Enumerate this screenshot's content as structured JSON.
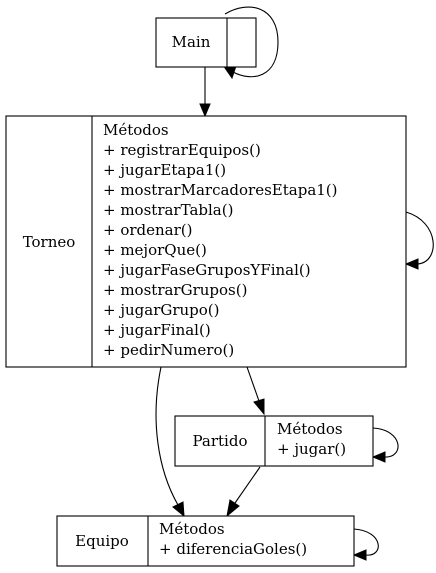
{
  "nodes": {
    "main": {
      "name": "Main"
    },
    "torneo": {
      "name": "Torneo",
      "section_title": "Métodos",
      "methods": [
        "+ registrarEquipos()",
        "+ jugarEtapa1()",
        "+ mostrarMarcadoresEtapa1()",
        "+ mostrarTabla()",
        "+ ordenar()",
        "+ mejorQue()",
        "+ jugarFaseGruposYFinal()",
        "+ mostrarGrupos()",
        "+ jugarGrupo()",
        "+ jugarFinal()",
        "+ pedirNumero()"
      ]
    },
    "partido": {
      "name": "Partido",
      "section_title": "Métodos",
      "methods": [
        "+ jugar()"
      ]
    },
    "equipo": {
      "name": "Equipo",
      "section_title": "Métodos",
      "methods": [
        "+ diferenciaGoles()"
      ]
    }
  },
  "edges": [
    {
      "from": "Main",
      "to": "Main",
      "kind": "self-loop"
    },
    {
      "from": "Main",
      "to": "Torneo",
      "kind": "arrow"
    },
    {
      "from": "Torneo",
      "to": "Torneo",
      "kind": "self-loop"
    },
    {
      "from": "Torneo",
      "to": "Partido",
      "kind": "arrow"
    },
    {
      "from": "Torneo",
      "to": "Equipo",
      "kind": "arrow"
    },
    {
      "from": "Partido",
      "to": "Partido",
      "kind": "self-loop"
    },
    {
      "from": "Partido",
      "to": "Equipo",
      "kind": "arrow"
    },
    {
      "from": "Equipo",
      "to": "Equipo",
      "kind": "self-loop"
    }
  ]
}
